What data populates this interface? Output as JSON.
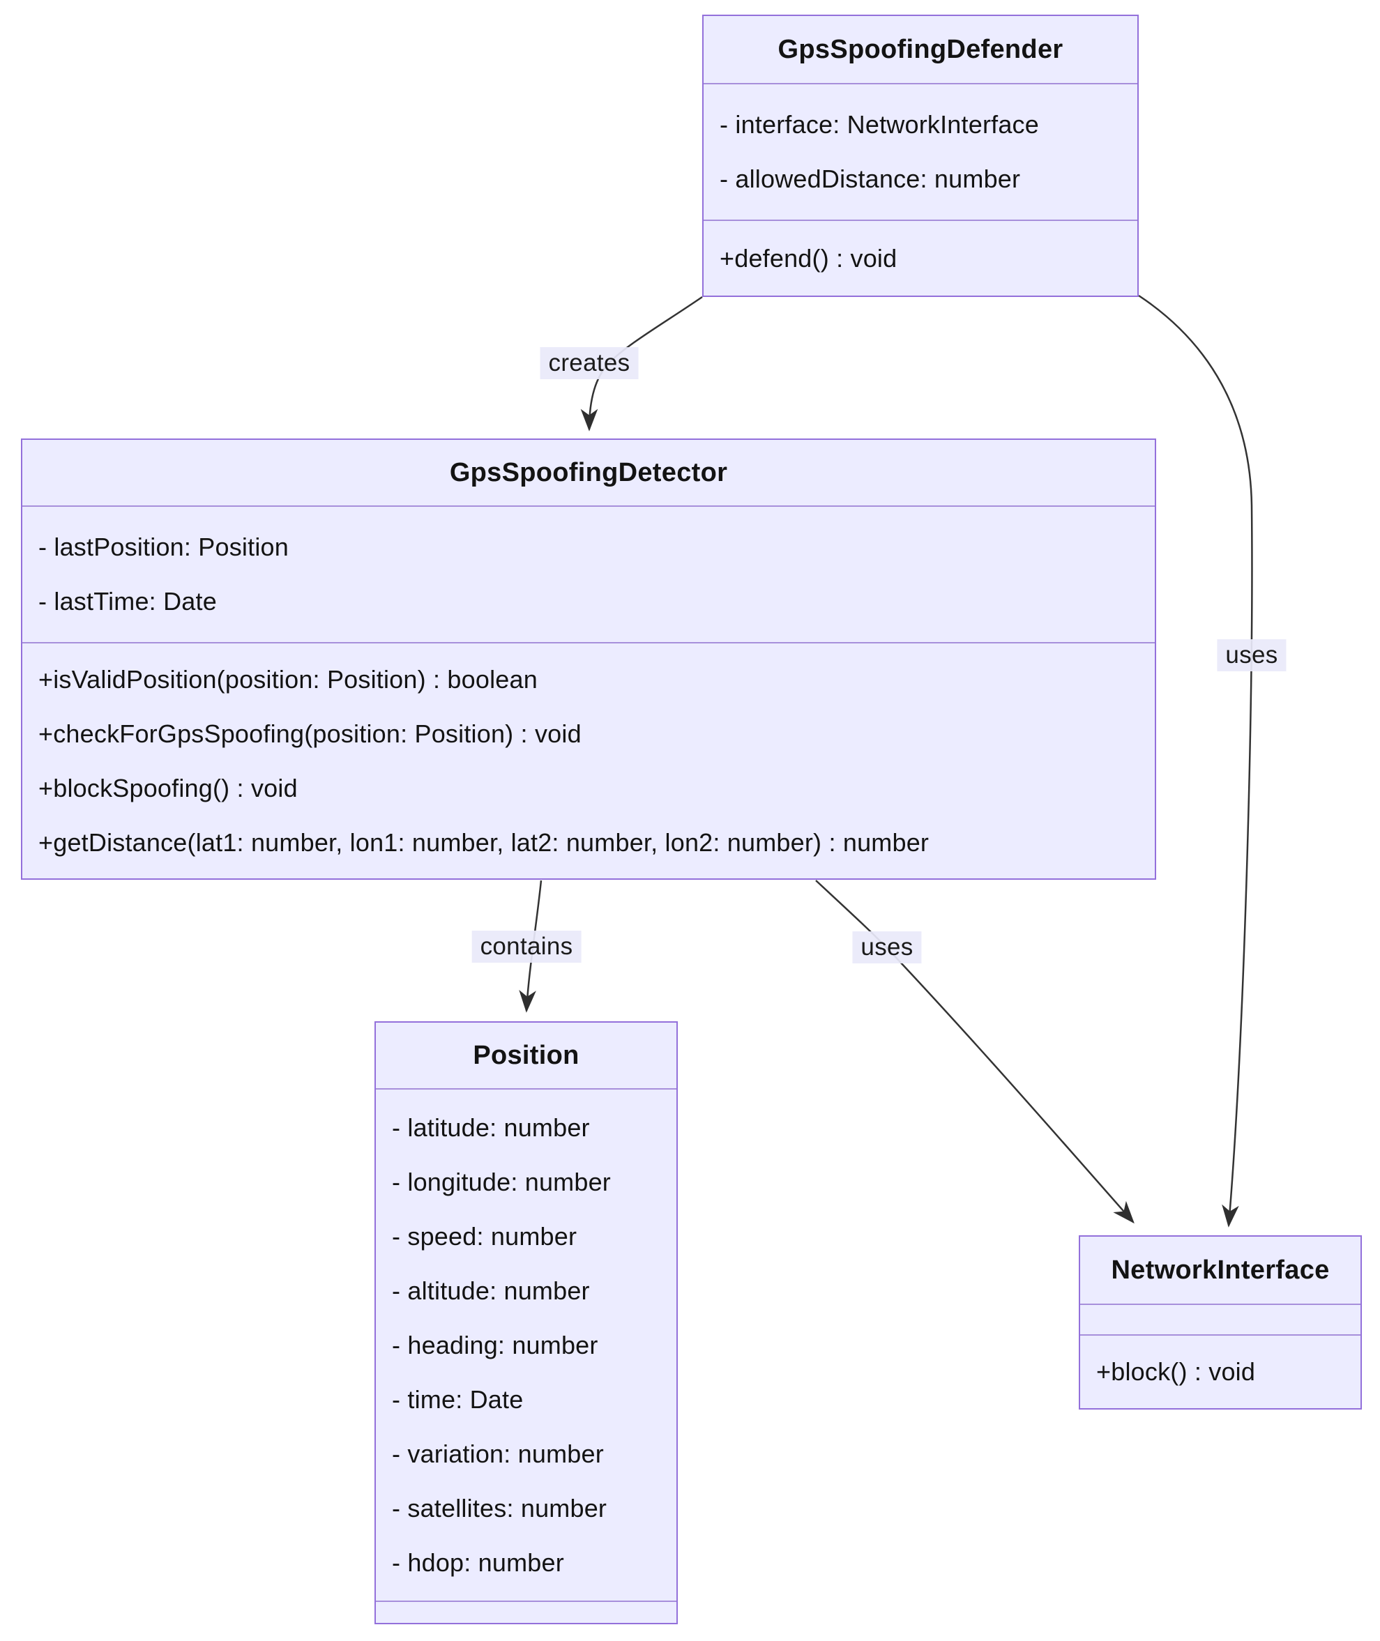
{
  "diagram": {
    "type": "uml-class-diagram",
    "classes": {
      "defender": {
        "title": "GpsSpoofingDefender",
        "attributes": [
          "- interface: NetworkInterface",
          "- allowedDistance: number"
        ],
        "methods": [
          "+defend() : void"
        ]
      },
      "detector": {
        "title": "GpsSpoofingDetector",
        "attributes": [
          "- lastPosition: Position",
          "- lastTime: Date"
        ],
        "methods": [
          "+isValidPosition(position: Position) : boolean",
          "+checkForGpsSpoofing(position: Position) : void",
          "+blockSpoofing() : void",
          "+getDistance(lat1: number, lon1: number, lat2: number, lon2: number) : number"
        ]
      },
      "position": {
        "title": "Position",
        "attributes": [
          "- latitude: number",
          "- longitude: number",
          "- speed: number",
          "- altitude: number",
          "- heading: number",
          "- time: Date",
          "- variation: number",
          "- satellites: number",
          "- hdop: number"
        ],
        "methods": []
      },
      "network_interface": {
        "title": "NetworkInterface",
        "attributes": [],
        "methods": [
          "+block() : void"
        ]
      }
    },
    "edges": {
      "creates": {
        "from": "GpsSpoofingDefender",
        "to": "GpsSpoofingDetector",
        "label": "creates"
      },
      "defender_uses": {
        "from": "GpsSpoofingDefender",
        "to": "NetworkInterface",
        "label": "uses"
      },
      "detector_uses": {
        "from": "GpsSpoofingDetector",
        "to": "NetworkInterface",
        "label": "uses"
      },
      "contains": {
        "from": "GpsSpoofingDetector",
        "to": "Position",
        "label": "contains"
      }
    },
    "colors": {
      "node_fill": "#ECECFF",
      "node_border": "#9370DB",
      "divider": "#a78fdb",
      "edge_line": "#333333",
      "edge_label_bg": "#e9e9fa",
      "text": "#131313"
    }
  }
}
